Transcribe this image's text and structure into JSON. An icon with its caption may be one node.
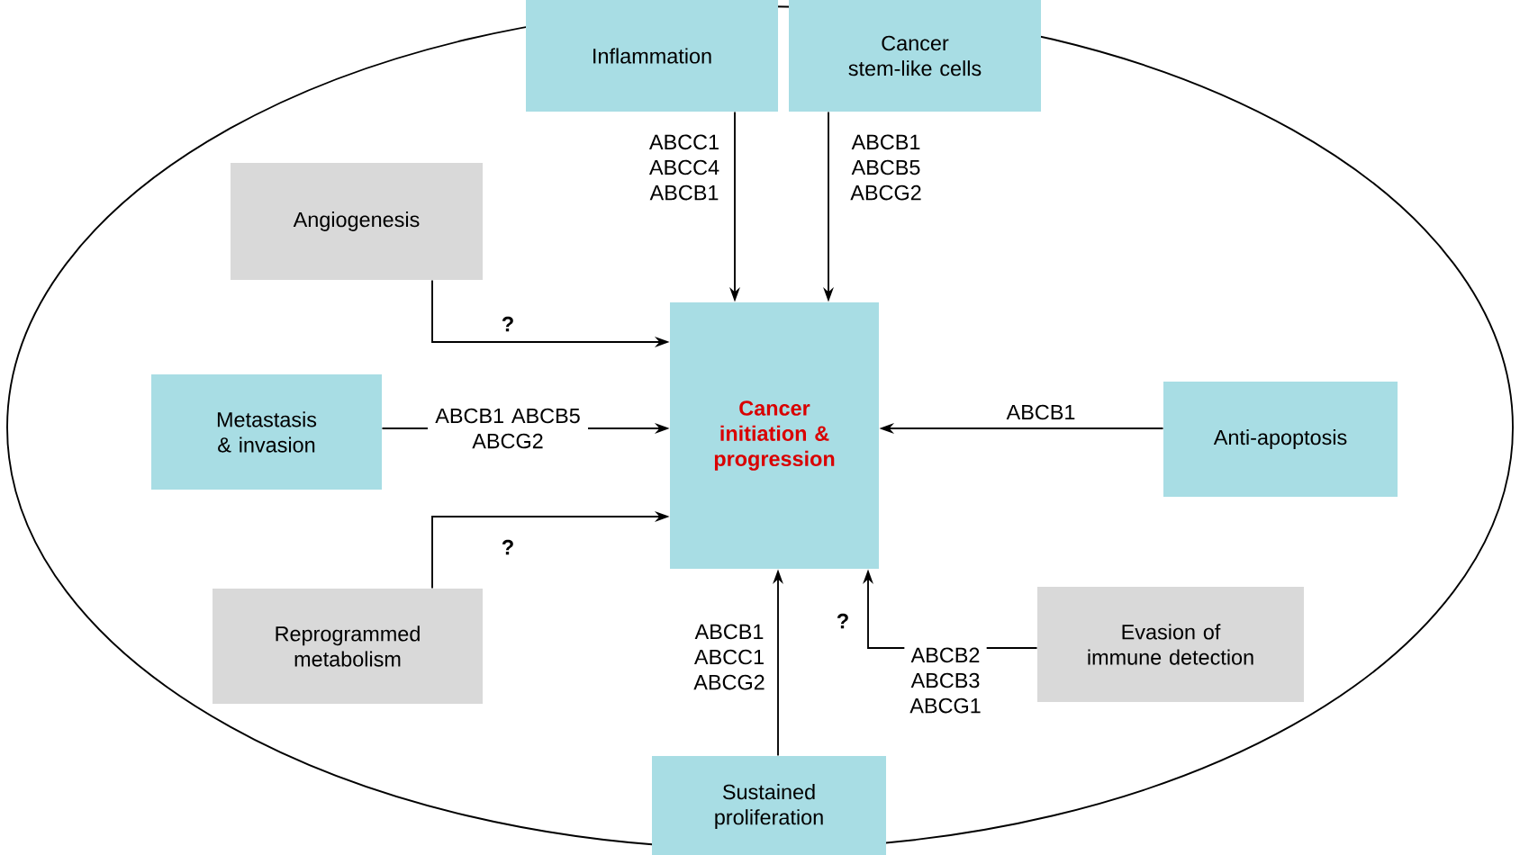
{
  "diagram": {
    "nodes": [
      {
        "text": [
          "Inflammation"
        ]
      },
      {
        "text": [
          "Cancer stem-like cells"
        ]
      },
      {
        "text": [
          "Angiogenesis"
        ]
      },
      {
        "text": [
          "Metastasis & invasion"
        ]
      },
      {
        "text": [
          "Cancer initiation & progression"
        ]
      },
      {
        "text": [
          "Anti-apoptosis"
        ]
      },
      {
        "text": [
          "Reprogrammed metabolism"
        ]
      },
      {
        "text": [
          "Evasion of immune detection"
        ]
      },
      {
        "text": [
          "Sustained proliferation"
        ]
      }
    ],
    "edges": [
      {
        "from": 0,
        "to": 4,
        "arrow": "to",
        "label": "ABCC1 ABCC4 ABCB1"
      },
      {
        "from": 1,
        "to": 4,
        "arrow": "to",
        "label": "ABCB1 ABCB5 ABCG2"
      },
      {
        "from": 2,
        "to": 4,
        "arrow": "to",
        "label": "?"
      },
      {
        "from": 3,
        "to": 4,
        "arrow": "to",
        "label": "ABCB1 ABCB5 ABCG2"
      },
      {
        "from": 5,
        "to": 4,
        "arrow": "to",
        "label": "ABCB1"
      },
      {
        "from": 6,
        "to": 4,
        "arrow": "to",
        "label": "?"
      },
      {
        "from": 8,
        "to": 4,
        "arrow": "to",
        "label": "ABCB1 ABCC1 ABCG2"
      },
      {
        "from": 7,
        "to": 4,
        "arrow": "to",
        "label": "ABCB2 ABCB3 ABCG1"
      }
    ],
    "labels": [
      "?"
    ]
  }
}
